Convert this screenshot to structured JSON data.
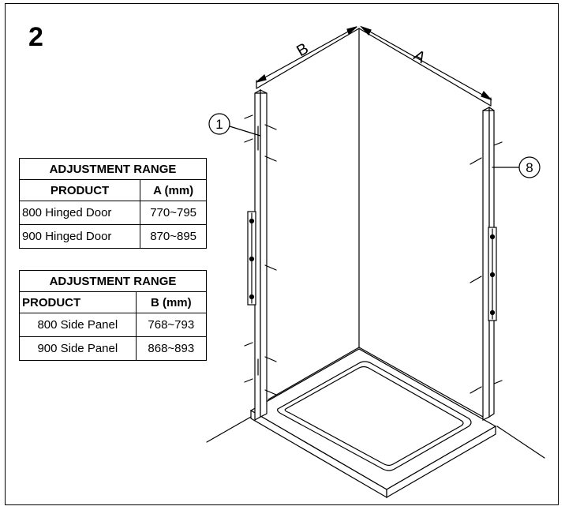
{
  "step_number": "2",
  "dimensions": {
    "a_label": "A",
    "b_label": "B"
  },
  "callouts": {
    "left": "1",
    "right": "8"
  },
  "tables": [
    {
      "title": "ADJUSTMENT RANGE",
      "headers": [
        "PRODUCT",
        "A (mm)"
      ],
      "rows": [
        [
          "800 Hinged Door",
          "770~795"
        ],
        [
          "900 Hinged Door",
          "870~895"
        ]
      ]
    },
    {
      "title": "ADJUSTMENT RANGE",
      "headers": [
        "PRODUCT",
        "B (mm)"
      ],
      "rows": [
        [
          "800 Side Panel",
          "768~793"
        ],
        [
          "900 Side Panel",
          "868~893"
        ]
      ]
    }
  ]
}
